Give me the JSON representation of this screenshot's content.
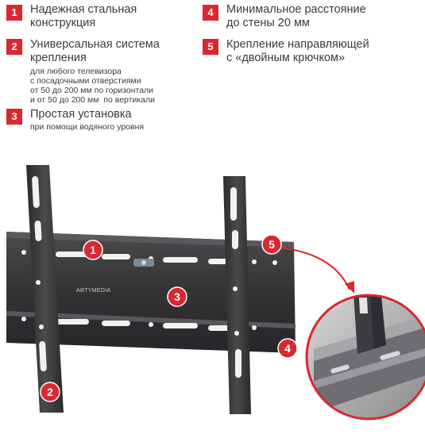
{
  "features": [
    {
      "num": "1",
      "title": "Надежная стальная\nконструкция",
      "desc": ""
    },
    {
      "num": "2",
      "title": "Универсальная система\nкрепления",
      "desc": "для любого телевизора\nс посадочными отверстиями\nот 50 до 200 мм по горизонтали\nи от 50 до 200 мм  по вертикали"
    },
    {
      "num": "3",
      "title": "Простая установка",
      "desc": "при помощи водяного уровня"
    },
    {
      "num": "4",
      "title": "Минимальное расстояние\nдо стены 20 мм",
      "desc": ""
    },
    {
      "num": "5",
      "title": "Крепление направляющей\nс «двойным крючком»",
      "desc": ""
    }
  ],
  "product": {
    "brand_logo": "ARTYMEDIA",
    "callouts": [
      "1",
      "2",
      "3",
      "4",
      "5"
    ]
  },
  "colors": {
    "accent": "#d9282f",
    "metal": "#3a3a3c",
    "text": "#3b3b3b"
  }
}
